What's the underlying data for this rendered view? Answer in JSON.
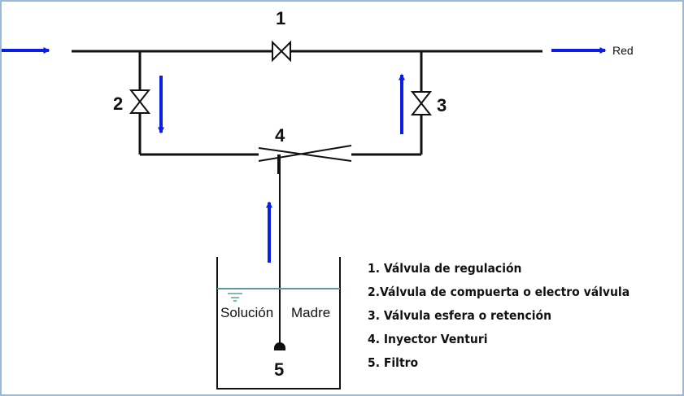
{
  "diagram": {
    "labels": {
      "valve_1": "1",
      "valve_2": "2",
      "valve_3": "3",
      "venturi_4": "4",
      "filter_5": "5",
      "outlet": "Red",
      "tank_solution": "Solución",
      "tank_mother": "Madre"
    },
    "legend": [
      "1. Válvula de regulación",
      "2.Válvula de compuerta o electro válvula",
      "3. Válvula esfera o retención",
      "4. Inyector Venturi",
      "5. Filtro"
    ]
  },
  "colors": {
    "arrow": "#0a1ee6",
    "pipe": "#111111",
    "water_line": "#5b9aa0",
    "frame": "#9bb8d8"
  }
}
